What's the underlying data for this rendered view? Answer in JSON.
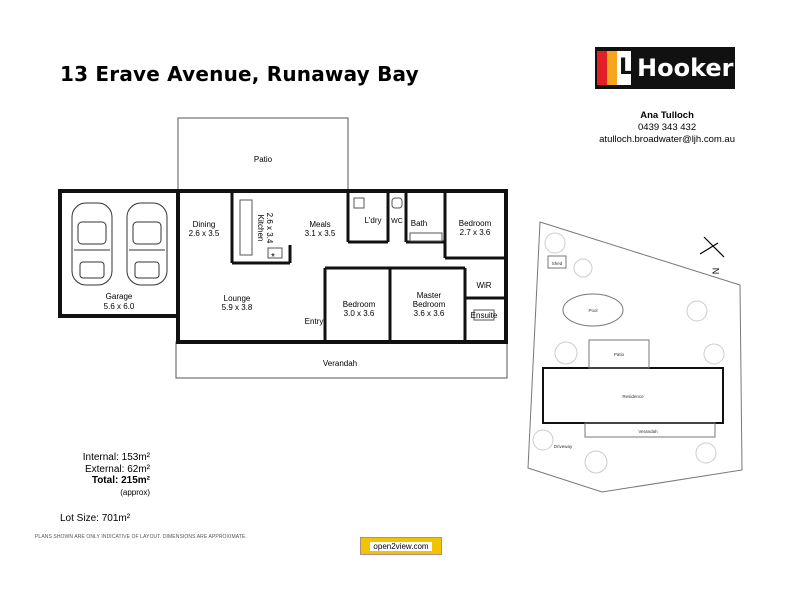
{
  "header": {
    "address": "13 Erave Avenue, Runaway Bay",
    "logo_mark": "LJ",
    "logo_text": "Hooker"
  },
  "agent": {
    "name": "Ana Tulloch",
    "phone": "0439 343 432",
    "email": "atulloch.broadwater@ljh.com.au"
  },
  "rooms": {
    "patio": "Patio",
    "garage_name": "Garage",
    "garage_size": "5.6 x 6.0",
    "dining_name": "Dining",
    "dining_size": "2.6 x 3.5",
    "kitchen_name": "Kitchen",
    "kitchen_size": "2.6 x 3.4",
    "meals_name": "Meals",
    "meals_size": "3.1 x 3.5",
    "ldry": "L'dry",
    "wc": "WC",
    "bath": "Bath",
    "bed1_name": "Bedroom",
    "bed1_size": "2.7 x 3.6",
    "lounge_name": "Lounge",
    "lounge_size": "5.9 x 3.8",
    "entry": "Entry",
    "bed2_name": "Bedroom",
    "bed2_size": "3.0 x 3.6",
    "master_name1": "Master",
    "master_name2": "Bedroom",
    "master_size": "3.6 x 3.6",
    "wir": "WiR",
    "ensuite": "Ensuite",
    "verandah": "Verandah",
    "asterisk": "*"
  },
  "site": {
    "shed": "Shed",
    "pool": "Pool",
    "patio": "Patio",
    "residence": "Residence",
    "verandah": "Verandah",
    "driveway": "Driveway",
    "north": "N"
  },
  "stats": {
    "internal": "Internal: 153m²",
    "external": "External: 62m²",
    "total": "Total: 215m²",
    "approx": "(approx)",
    "lot": "Lot Size: 701m²"
  },
  "footer": {
    "disclaimer": "PLANS SHOWN ARE ONLY INDICATIVE OF LAYOUT. DIMENSIONS ARE APPROXIMATE.",
    "badge": "open2view.com"
  }
}
